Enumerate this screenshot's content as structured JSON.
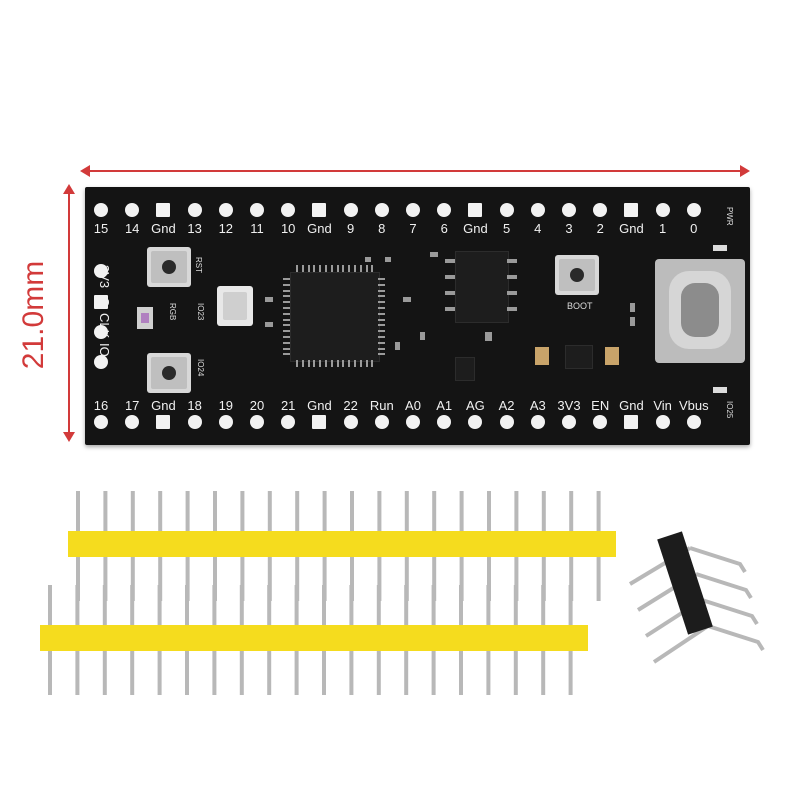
{
  "dimension": {
    "width_label": "",
    "height_label": "21.0mm"
  },
  "board": {
    "top_pins": [
      "15",
      "14",
      "Gnd",
      "13",
      "12",
      "11",
      "10",
      "Gnd",
      "9",
      "8",
      "7",
      "6",
      "Gnd",
      "5",
      "4",
      "3",
      "2",
      "Gnd",
      "1",
      "0"
    ],
    "bottom_pins": [
      "16",
      "17",
      "Gnd",
      "18",
      "19",
      "20",
      "21",
      "Gnd",
      "22",
      "Run",
      "A0",
      "A1",
      "AG",
      "A2",
      "A3",
      "3V3",
      "EN",
      "Gnd",
      "Vin",
      "Vbus"
    ],
    "left_pins": [
      "3V3",
      "G",
      "CLK",
      "IO"
    ],
    "silk": {
      "rst": "RST",
      "rgb": "RGB",
      "io23": "IO23",
      "io24": "IO24",
      "boot": "BOOT",
      "pwr": "PWR",
      "io25": "IO25"
    }
  },
  "colors": {
    "board": "#141414",
    "header_plastic": "#f5dc1e",
    "pin_metal": "#b8b8b8",
    "dimension": "#d23a3a"
  },
  "headers": {
    "long_header_count": 2,
    "long_header_pins": 20,
    "angled_header_pins": 4
  }
}
